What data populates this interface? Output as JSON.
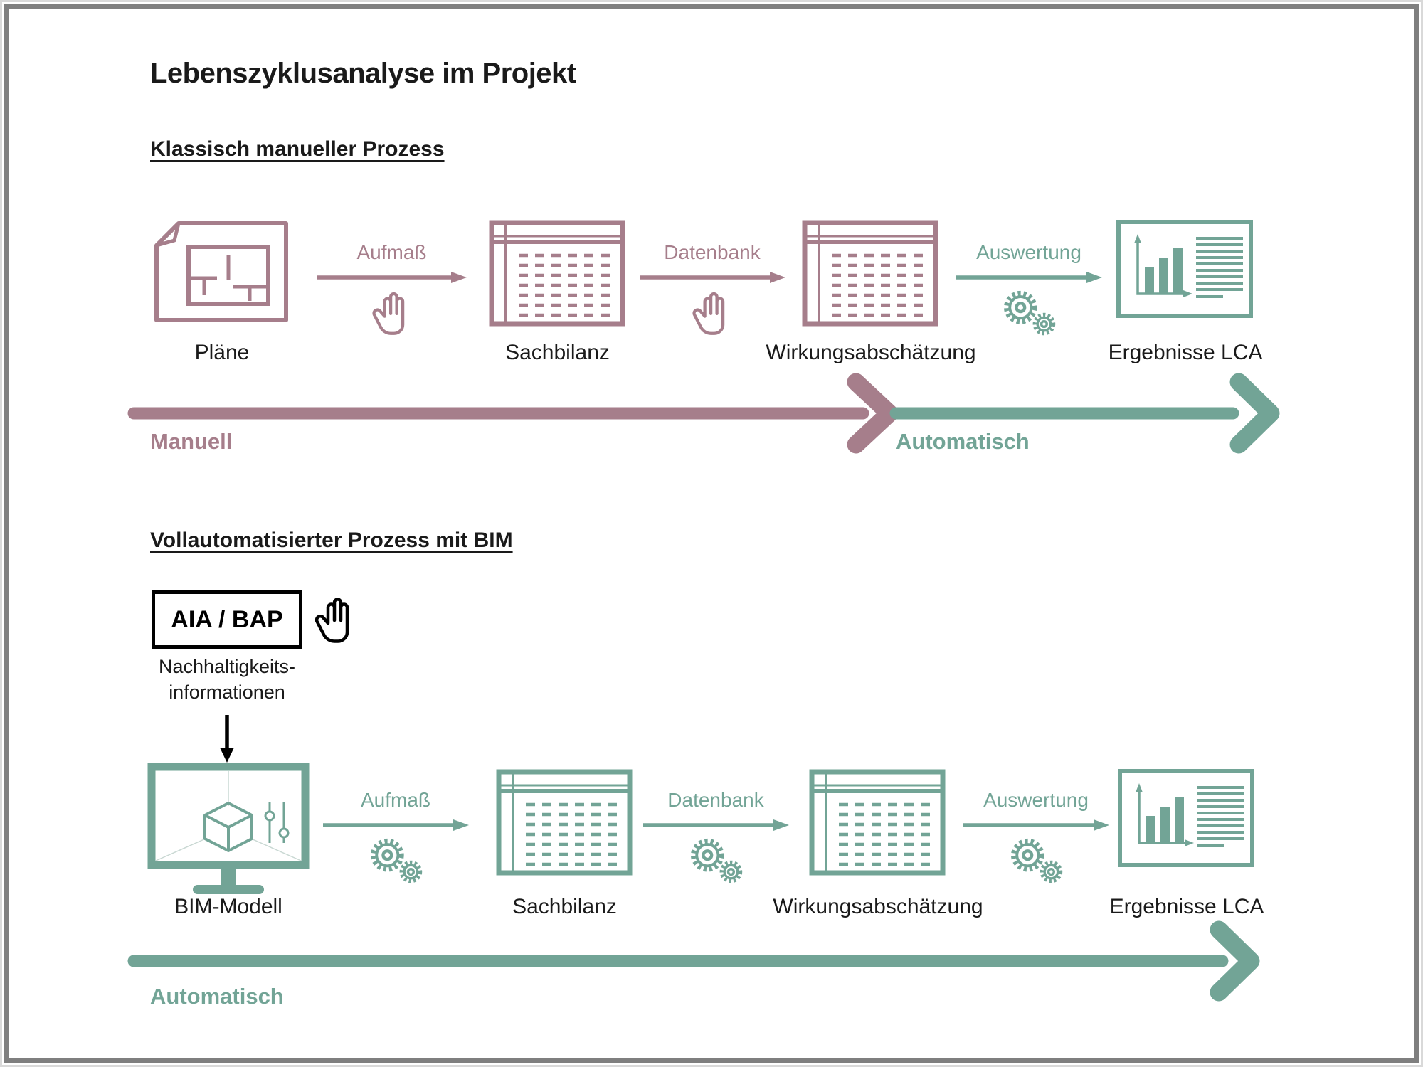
{
  "title": "Lebenszyklusanalyse im Projekt",
  "colors": {
    "manual_accent": "#a67e8b",
    "auto_accent": "#72a496",
    "frame_gray": "#7f7f7f",
    "text": "#1a1a1a"
  },
  "section_manual": {
    "heading": "Klassisch manueller Prozess",
    "steps": {
      "plaene": "Pläne",
      "sachbilanz": "Sachbilanz",
      "wirkung": "Wirkungsabschätzung",
      "ergebnisse": "Ergebnisse LCA"
    },
    "connectors": {
      "aufmass": "Aufmaß",
      "datenbank": "Datenbank",
      "auswertung": "Auswertung"
    },
    "timeline": {
      "manual": "Manuell",
      "auto": "Automatisch"
    }
  },
  "section_bim": {
    "heading": "Vollautomatisierter Prozess mit BIM",
    "aia_bap_label": "AIA / BAP",
    "note_line1": "Nachhaltigkeits-",
    "note_line2": "informationen",
    "steps": {
      "bim_modell": "BIM-Modell",
      "sachbilanz": "Sachbilanz",
      "wirkung": "Wirkungsabschätzung",
      "ergebnisse": "Ergebnisse LCA"
    },
    "connectors": {
      "aufmass": "Aufmaß",
      "datenbank": "Datenbank",
      "auswertung": "Auswertung"
    },
    "timeline": {
      "auto": "Automatisch"
    }
  }
}
